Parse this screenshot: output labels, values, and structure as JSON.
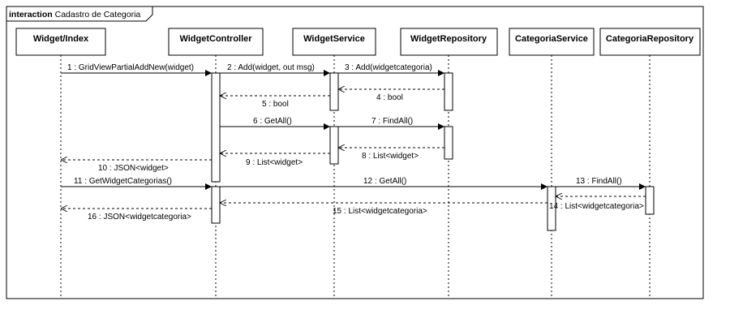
{
  "frame": {
    "keyword": "interaction",
    "name": "Cadastro de Categoria"
  },
  "lifelines": [
    "Widget/Index",
    "WidgetController",
    "WidgetService",
    "WidgetRepository",
    "CategoriaService",
    "CategoriaRepository"
  ],
  "messages": [
    "1 : GridViewPartialAddNew(widget)",
    "2 : Add(widget, out msg)",
    "3 : Add(widgetcategoria)",
    "4 : bool",
    "5 : bool",
    "6 : GetAll()",
    "7 : FindAll()",
    "8 : List<widget>",
    "9 : List<widget>",
    "10 : JSON<widget>",
    "11 : GetWidgetCategorias()",
    "12 : GetAll()",
    "13 : FindAll()",
    "14 : List<widgetcategoria>",
    "15 : List<widgetcategoria>",
    "16 : JSON<widgetcategoria>"
  ]
}
